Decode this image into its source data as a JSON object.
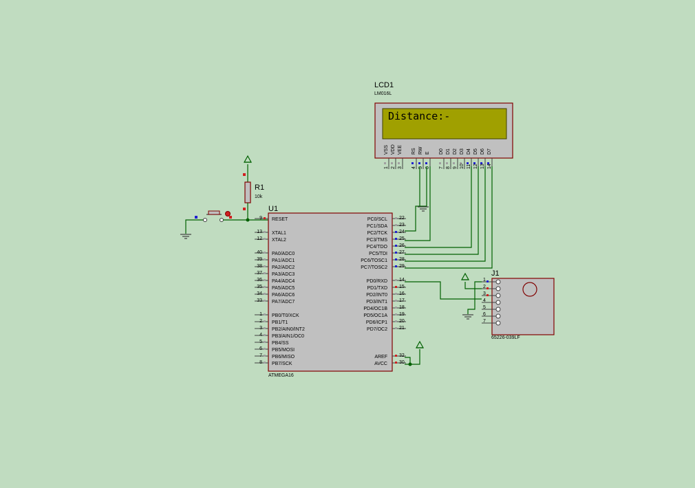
{
  "lcd": {
    "ref": "LCD1",
    "model": "LM016L",
    "display_text": "Distance:-",
    "pin_names": [
      "VSS",
      "VDD",
      "VEE",
      "RS",
      "RW",
      "E",
      "D0",
      "D1",
      "D2",
      "D3",
      "D4",
      "D5",
      "D6",
      "D7"
    ],
    "pin_numbers": [
      "1",
      "2",
      "3",
      "4",
      "5",
      "6",
      "7",
      "8",
      "9",
      "10",
      "11",
      "12",
      "13",
      "14"
    ]
  },
  "resistor": {
    "ref": "R1",
    "value": "10k"
  },
  "mcu": {
    "ref": "U1",
    "part": "ATMEGA16",
    "left_pins": [
      {
        "num": "9",
        "name": "RESET"
      },
      {
        "num": "13",
        "name": "XTAL1"
      },
      {
        "num": "12",
        "name": "XTAL2"
      },
      {
        "num": "40",
        "name": "PA0/ADC0"
      },
      {
        "num": "39",
        "name": "PA1/ADC1"
      },
      {
        "num": "38",
        "name": "PA2/ADC2"
      },
      {
        "num": "37",
        "name": "PA3/ADC3"
      },
      {
        "num": "36",
        "name": "PA4/ADC4"
      },
      {
        "num": "35",
        "name": "PA5/ADC5"
      },
      {
        "num": "34",
        "name": "PA6/ADC6"
      },
      {
        "num": "33",
        "name": "PA7/ADC7"
      },
      {
        "num": "1",
        "name": "PB0/T0/XCK"
      },
      {
        "num": "2",
        "name": "PB1/T1"
      },
      {
        "num": "3",
        "name": "PB2/AIN0/INT2"
      },
      {
        "num": "4",
        "name": "PB3/AIN1/OC0"
      },
      {
        "num": "5",
        "name": "PB4/SS"
      },
      {
        "num": "6",
        "name": "PB5/MOSI"
      },
      {
        "num": "7",
        "name": "PB6/MISO"
      },
      {
        "num": "8",
        "name": "PB7/SCK"
      }
    ],
    "right_pins": [
      {
        "num": "22",
        "name": "PC0/SCL"
      },
      {
        "num": "23",
        "name": "PC1/SDA"
      },
      {
        "num": "24",
        "name": "PC2/TCK"
      },
      {
        "num": "25",
        "name": "PC3/TMS"
      },
      {
        "num": "26",
        "name": "PC4/TDO"
      },
      {
        "num": "27",
        "name": "PC5/TDI"
      },
      {
        "num": "28",
        "name": "PC6/TOSC1"
      },
      {
        "num": "29",
        "name": "PC7/TOSC2"
      },
      {
        "num": "14",
        "name": "PD0/RXD"
      },
      {
        "num": "15",
        "name": "PD1/TXD"
      },
      {
        "num": "16",
        "name": "PD2/INT0"
      },
      {
        "num": "17",
        "name": "PD3/INT1"
      },
      {
        "num": "18",
        "name": "PD4/OC1B"
      },
      {
        "num": "19",
        "name": "PD5/OC1A"
      },
      {
        "num": "20",
        "name": "PD6/ICP1"
      },
      {
        "num": "21",
        "name": "PD7/OC2"
      },
      {
        "num": "32",
        "name": "AREF"
      },
      {
        "num": "30",
        "name": "AVCC"
      }
    ]
  },
  "connector": {
    "ref": "J1",
    "part": "65226-039LF",
    "pins": [
      "1",
      "2",
      "3",
      "4",
      "5",
      "6",
      "7"
    ]
  },
  "colors": {
    "background": "#c0dcc0",
    "wire": "#006000",
    "body_outline": "#800000",
    "body_fill": "#c0c0c0",
    "lcd_screen": "#a0a000"
  }
}
